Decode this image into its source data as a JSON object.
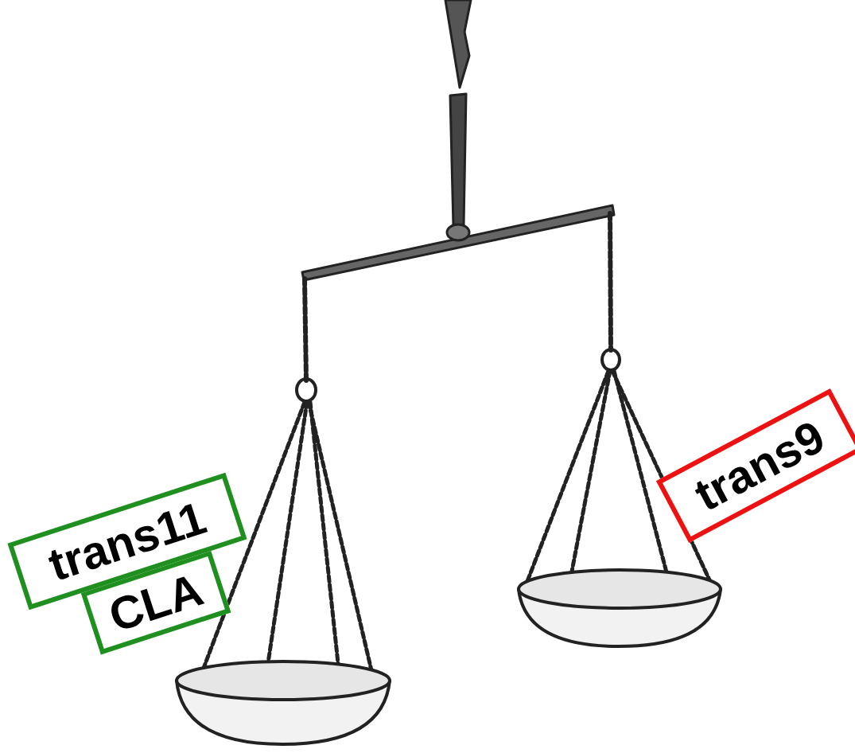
{
  "diagram": {
    "nodes": [
      {
        "text": [
          "trans11"
        ]
      },
      {
        "text": [
          "CLA"
        ]
      },
      {
        "text": [
          "trans9"
        ]
      }
    ]
  }
}
